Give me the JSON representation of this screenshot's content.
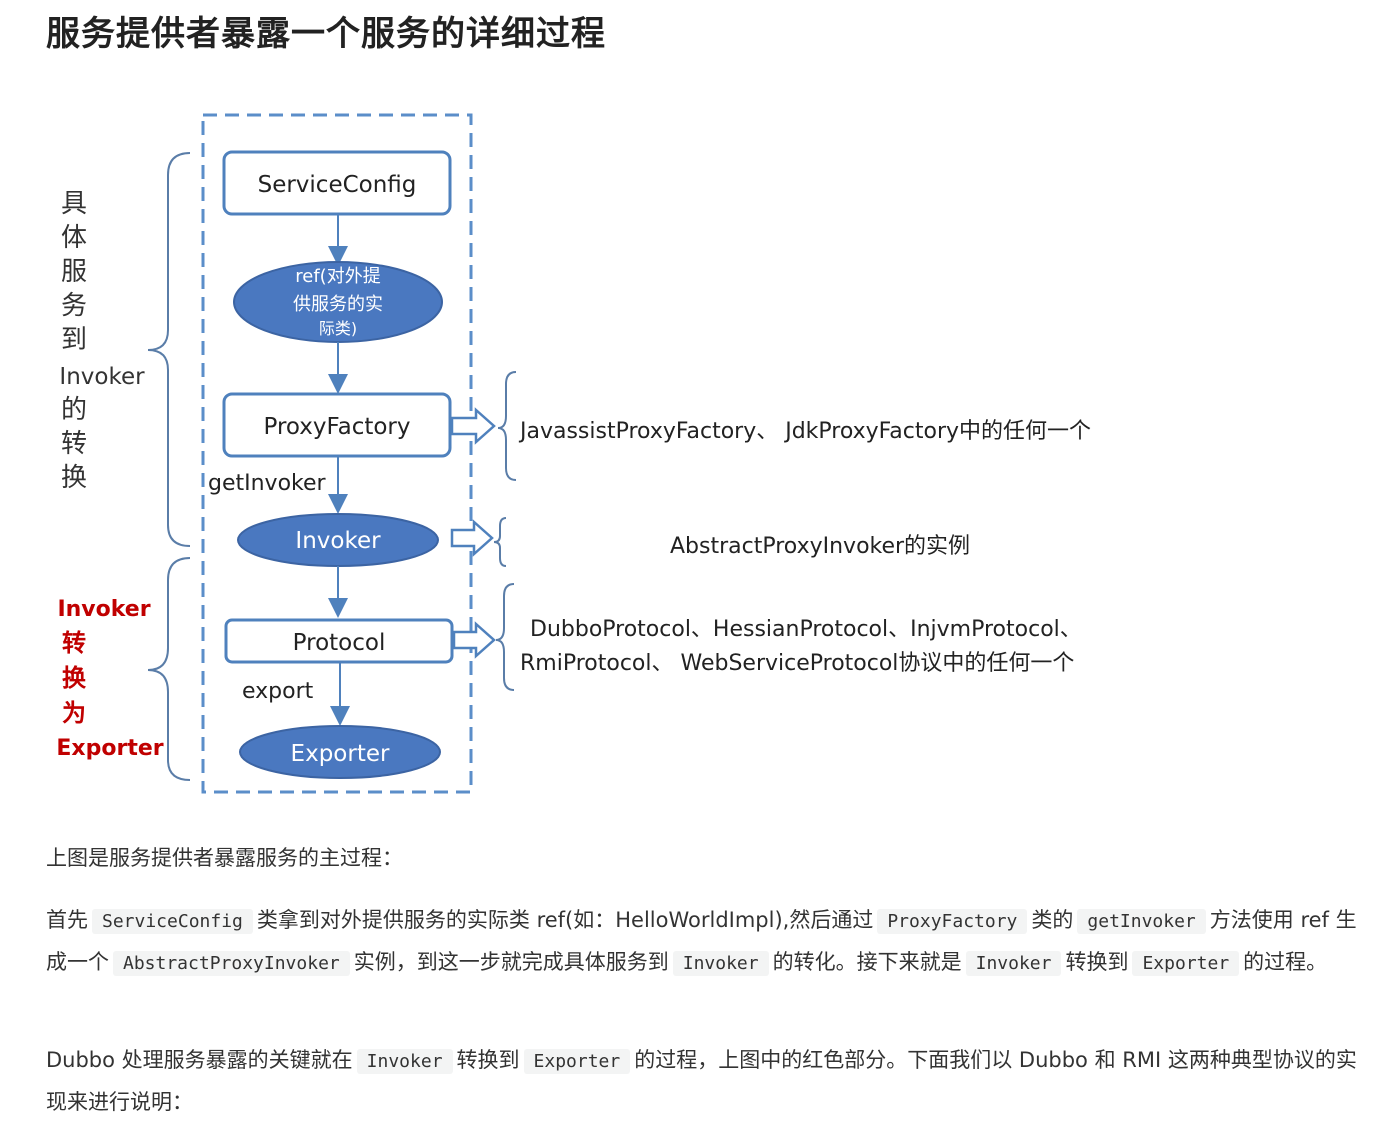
{
  "page": {
    "title": "服务提供者暴露一个服务的详细过程"
  },
  "diagram": {
    "left_label_top": [
      "具",
      "体",
      "服",
      "务",
      "到",
      "Invoker",
      "的",
      "转",
      "换"
    ],
    "left_label_bottom": [
      "Invoker",
      "转",
      "换",
      "为",
      "Exporter"
    ],
    "nodes": {
      "service_config": "ServiceConfig",
      "ref_lines": [
        "ref(对外提",
        "供服务的实",
        "际类)"
      ],
      "proxy_factory": "ProxyFactory",
      "invoker": "Invoker",
      "protocol": "Protocol",
      "exporter": "Exporter"
    },
    "edge_labels": {
      "get_invoker": "getInvoker",
      "export": "export"
    },
    "notes": {
      "proxy_factory": "JavassistProxyFactory、 JdkProxyFactory中的任何一个",
      "invoker": "AbstractProxyInvoker的实例",
      "protocol_line1": "DubboProtocol、HessianProtocol、InjvmProtocol、",
      "protocol_line2": "RmiProtocol、 WebServiceProtocol协议中的任何一个"
    },
    "colors": {
      "dashed_border": "#5b8ec9",
      "box_border": "#4f81bd",
      "ellipse_fill": "#4a78c0",
      "red_label": "#c00000"
    }
  },
  "text": {
    "p1": "上图是服务提供者暴露服务的主过程：",
    "p2": {
      "t1": "首先",
      "c1": "ServiceConfig",
      "t2": "类拿到对外提供服务的实际类 ref(如：HelloWorldImpl),然后通过",
      "c2": "ProxyFactory",
      "t3": "类的",
      "c3": "getInvoker",
      "t4": "方法使用 ref 生成一个",
      "c4": "AbstractProxyInvoker",
      "t5": "实例，到这一步就完成具体服务到",
      "c5": "Invoker",
      "t6": "的转化。接下来就是",
      "c6": "Invoker",
      "t7": "转换到",
      "c7": "Exporter",
      "t8": "的过程。"
    },
    "p3": {
      "t1": "Dubbo 处理服务暴露的关键就在",
      "c1": "Invoker",
      "t2": "转换到",
      "c2": "Exporter",
      "t3": "的过程，上图中的红色部分。下面我们以 Dubbo 和 RMI 这两种典型协议的实现来进行说明："
    }
  }
}
